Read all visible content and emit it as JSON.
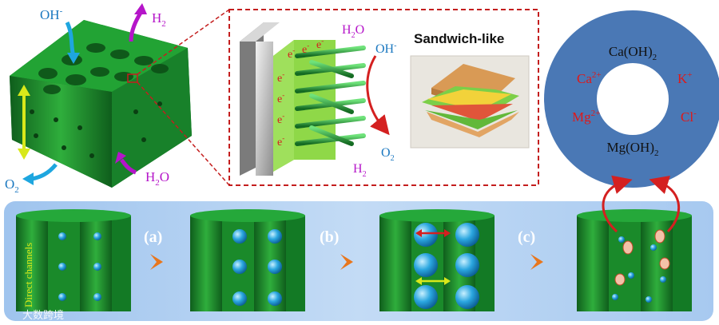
{
  "top": {
    "ions": {
      "hydroxide": "OH",
      "hydroxide_sup": "-",
      "hydrogen": "H",
      "hydrogen_sub": "2",
      "water": "H",
      "water_sub": "2",
      "water_tail": "O",
      "oxygen": "O",
      "oxygen_sub": "2"
    },
    "inset": {
      "title": "Sandwich-like",
      "water": "H",
      "water_sub": "2",
      "water_tail": "O",
      "hydroxide": "OH",
      "hydroxide_sup": "-",
      "oxygen": "O",
      "oxygen_sub": "2",
      "hydrogen": "H",
      "hydrogen_sub": "2",
      "electron": "e",
      "electron_sup": "-"
    },
    "ring": {
      "top": "Ca(OH)",
      "top_sub": "2",
      "bottom": "Mg(OH)",
      "bottom_sub": "2",
      "ca": "Ca",
      "ca_sup": "2+",
      "k": "K",
      "k_sup": "+",
      "mg": "Mg",
      "mg_sup": "2+",
      "cl": "Cl",
      "cl_sup": "-"
    }
  },
  "bottom": {
    "channel_label": "Direct channels",
    "steps": [
      "(a)",
      "(b)",
      "(c)"
    ],
    "watermark": "大数跨境"
  },
  "colors": {
    "green": "#1f8a2e",
    "green_light": "#3cc24a",
    "magenta": "#b515c9",
    "cyan": "#1ea6df",
    "red": "#d42020",
    "ring": "#4a78b5",
    "orange": "#e8761c",
    "yellow": "#d8e81a"
  }
}
